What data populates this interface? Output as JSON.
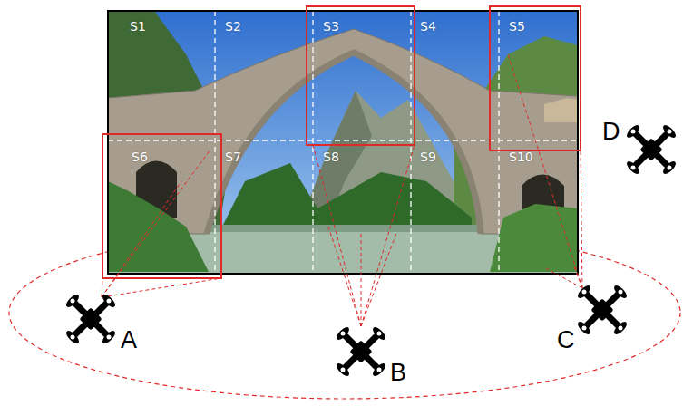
{
  "diagram": {
    "labels": [
      "S1",
      "S2",
      "S3",
      "S4",
      "S5",
      "S6",
      "S7",
      "S8",
      "S9",
      "S10",
      "A",
      "B",
      "C",
      "D"
    ]
  }
}
